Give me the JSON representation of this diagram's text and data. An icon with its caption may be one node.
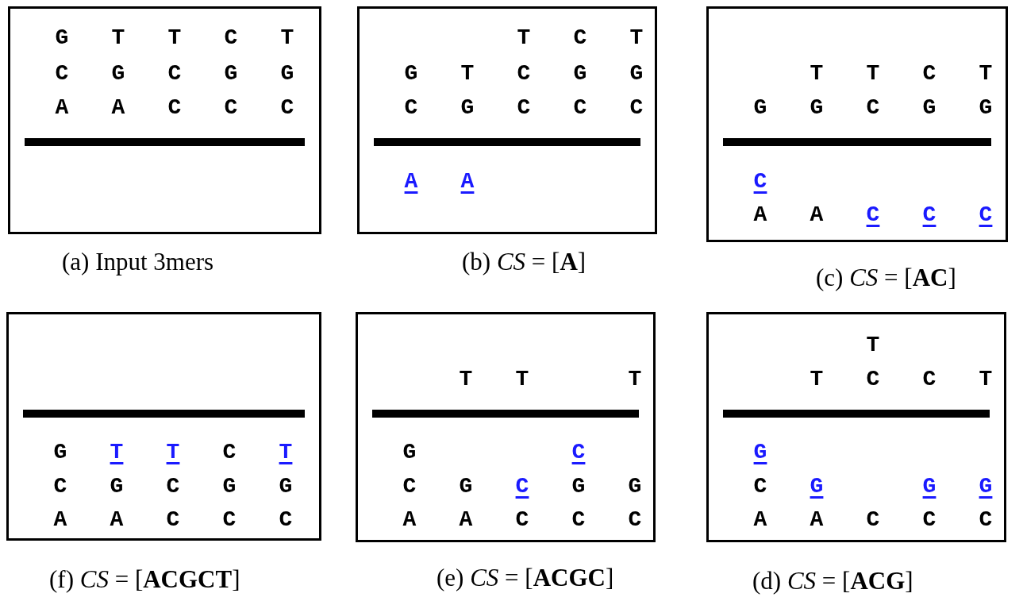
{
  "diagram": {
    "nodes": [
      {
        "text": [
          "G",
          "T",
          "T",
          "C",
          "T",
          "C",
          "G",
          "C",
          "G",
          "G",
          "A",
          "A",
          "C",
          "C",
          "C"
        ],
        "beside": [
          "(a) Input 3mers"
        ]
      },
      {
        "text": [
          "T",
          "C",
          "T",
          "G",
          "T",
          "C",
          "G",
          "G",
          "C",
          "G",
          "C",
          "C",
          "C",
          "A",
          "A"
        ],
        "beside": [
          "(b) *CS* = [**A**]"
        ]
      },
      {
        "text": [
          "T",
          "T",
          "C",
          "T",
          "G",
          "G",
          "C",
          "G",
          "G",
          "C",
          "A",
          "A",
          "C",
          "C",
          "C"
        ],
        "beside": [
          "(c) *CS* = [**AC**]"
        ]
      },
      {
        "text": [
          "G",
          "T",
          "T",
          "C",
          "T",
          "C",
          "G",
          "C",
          "G",
          "G",
          "A",
          "A",
          "C",
          "C",
          "C"
        ],
        "beside": [
          "(f) *CS* = [**ACGCT**]"
        ]
      },
      {
        "text": [
          "T",
          "T",
          "T",
          "G",
          "C",
          "C",
          "G",
          "C",
          "G",
          "G",
          "A",
          "A",
          "C",
          "C",
          "C"
        ],
        "beside": [
          "(e) *CS* = [**ACGC**]"
        ]
      },
      {
        "text": [
          "T",
          "T",
          "C",
          "C",
          "T",
          "G",
          "C",
          "G",
          "G",
          "G",
          "A",
          "A",
          "C",
          "C",
          "C"
        ],
        "beside": [
          "(d) *CS* = [**ACG**]"
        ]
      }
    ]
  }
}
